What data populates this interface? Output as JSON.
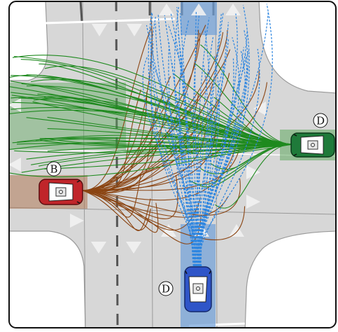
{
  "colors": {
    "road": "#d7d7d7",
    "road_edge": "#9a9a9a",
    "lane_dash": "#555555",
    "arrow": "#f2f2f2",
    "border": "#111111",
    "green_lane": "#5fa85f",
    "blue_lane": "#6f9fd8",
    "brown_lane": "#b07a58",
    "green_traj": "#1f8a1f",
    "blue_traj": "#2e86e0",
    "brown_traj": "#8b4513",
    "car_green": "#1f7a3a",
    "car_red": "#c0252a",
    "car_blue": "#2f55c8"
  },
  "agents": [
    {
      "id": "green-car",
      "label": "D",
      "color_key": "car_green",
      "trajectory_color_key": "green_traj"
    },
    {
      "id": "red-car",
      "label": "B",
      "color_key": "car_red",
      "trajectory_color_key": "brown_traj"
    },
    {
      "id": "blue-car",
      "label": "D",
      "color_key": "car_blue",
      "trajectory_color_key": "blue_traj"
    }
  ],
  "icons": {
    "lane_arrow": "triangle-arrow-icon",
    "car": "car-topview-icon"
  }
}
